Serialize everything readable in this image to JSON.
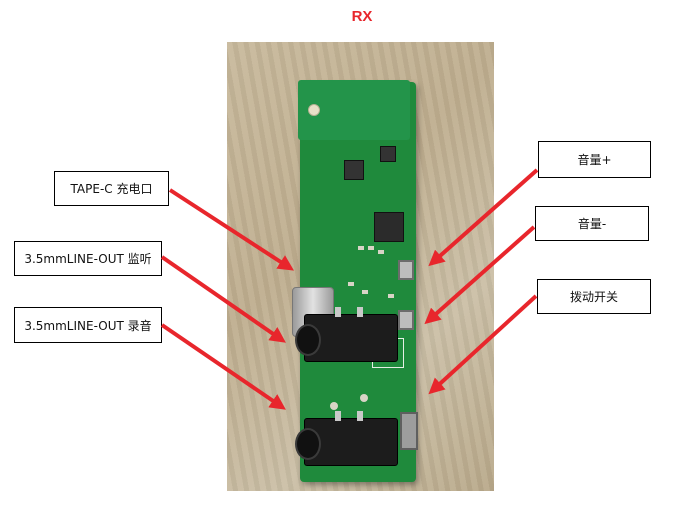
{
  "diagram": {
    "title": "RX",
    "labels": {
      "typec": "TAPE-C 充电口",
      "monitor": "3.5mmLINE-OUT 监听",
      "record": "3.5mmLINE-OUT 录音",
      "vol_up": "音量+",
      "vol_down": "音量-",
      "switch": "拨动开关"
    },
    "colors": {
      "title": "#e8262c",
      "arrow": "#e8262c",
      "board": "#1f8a3c",
      "background": "#c8b99c"
    }
  }
}
